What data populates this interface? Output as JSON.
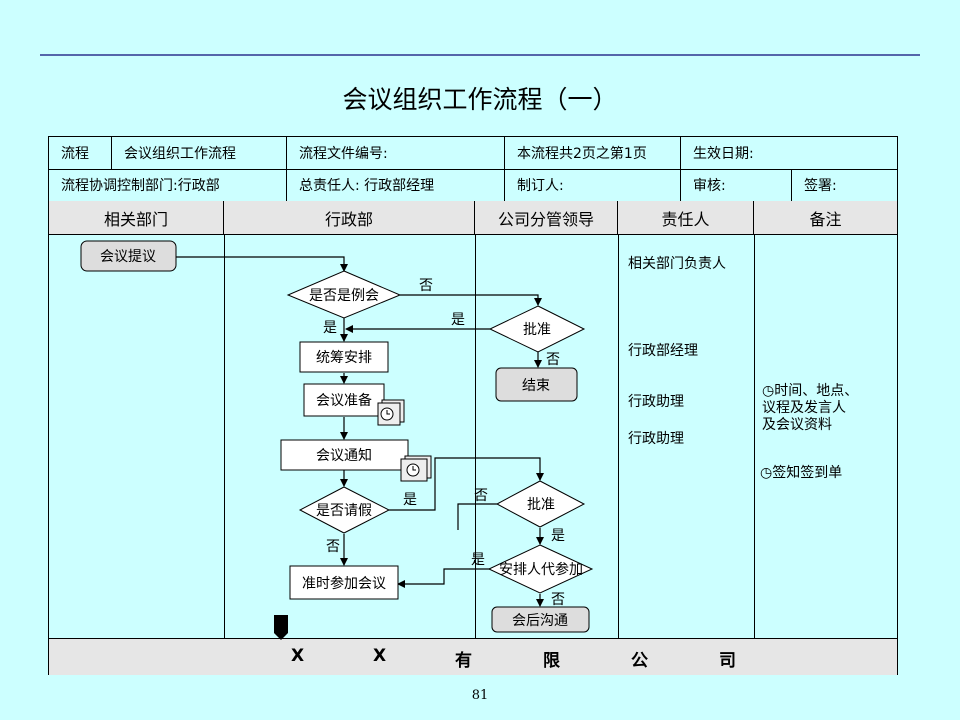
{
  "title": "会议组织工作流程（一）",
  "header": {
    "row1": [
      "流程",
      "会议组织工作流程",
      "流程文件编号:",
      "本流程共2页之第1页",
      "生效日期:"
    ],
    "row2": [
      "流程协调控制部门:行政部",
      "总责任人: 行政部经理",
      "制订人:",
      "审核:",
      "签署:"
    ]
  },
  "columns": [
    "相关部门",
    "行政部",
    "公司分管领导",
    "责任人",
    "备注"
  ],
  "nodes": {
    "start": "会议提议",
    "is_regular": "是否是例会",
    "plan": "统筹安排",
    "prepare": "会议准备",
    "notify": "会议通知",
    "is_leave": "是否请假",
    "attend": "准时参加会议",
    "approve1": "批准",
    "end": "结束",
    "approve2": "批准",
    "substitute": "安排人代参加",
    "followup": "会后沟通"
  },
  "edge_labels": {
    "no1": "否",
    "yes1": "是",
    "yes2": "是",
    "no2": "否",
    "yes3": "是",
    "no3": "否",
    "no4": "否",
    "yes4": "是",
    "yes5": "是",
    "no5": "否"
  },
  "responsible": [
    "相关部门负责人",
    "行政部经理",
    "行政助理",
    "行政助理"
  ],
  "notes": {
    "note1_line1": "时间、地点、",
    "note1_line2": "议程及发言人",
    "note1_line3": "及会议资料",
    "note2": "签知签到单"
  },
  "footer": [
    "X",
    "X",
    "有",
    "限",
    "公",
    "司"
  ],
  "page_number": "81"
}
